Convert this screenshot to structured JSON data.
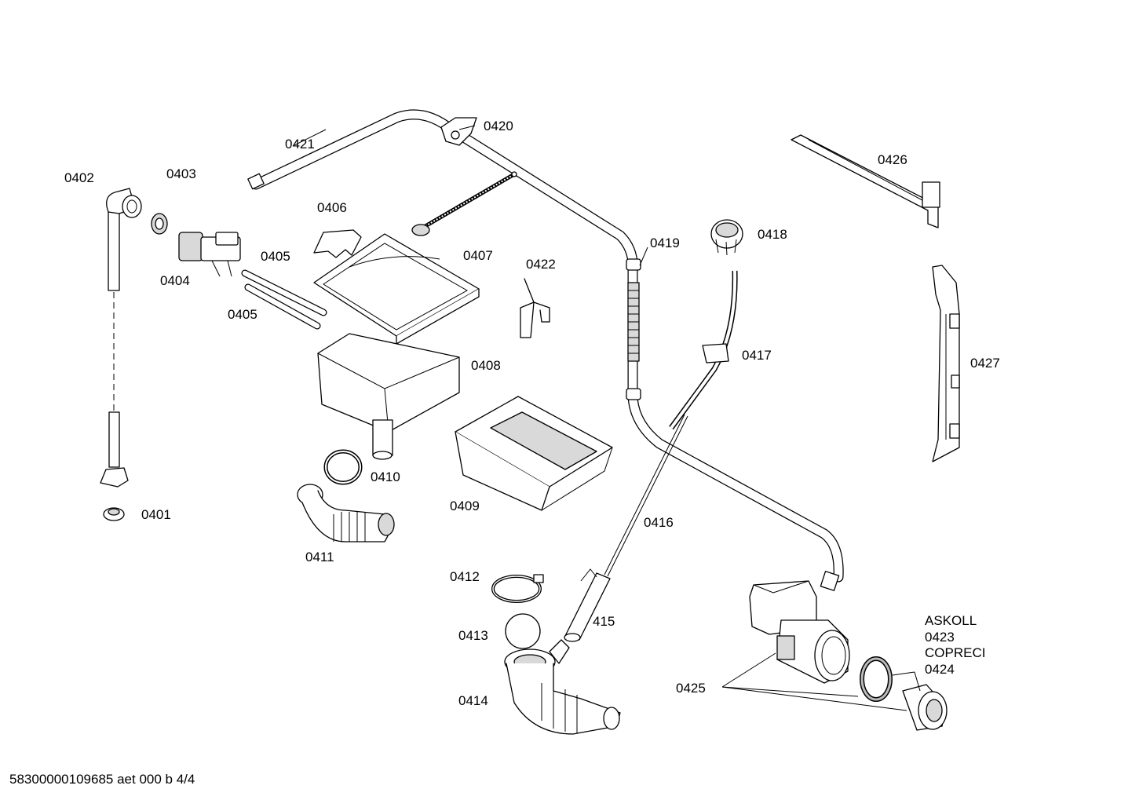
{
  "labels": {
    "p0401": "0401",
    "p0402": "0402",
    "p0403": "0403",
    "p0404": "0404",
    "p0405a": "0405",
    "p0405b": "0405",
    "p0406": "0406",
    "p0407": "0407",
    "p0408": "0408",
    "p0409": "0409",
    "p0410": "0410",
    "p0411": "0411",
    "p0412": "0412",
    "p0413": "0413",
    "p0414": "0414",
    "p415": "415",
    "p0416": "0416",
    "p0417": "0417",
    "p0418": "0418",
    "p0419": "0419",
    "p0420": "0420",
    "p0421": "0421",
    "p0422": "0422",
    "p0425": "0425",
    "p0426": "0426",
    "p0427": "0427",
    "askoll": "ASKOLL",
    "p0423": "0423",
    "copreci": "COPRECI",
    "p0424": "0424"
  },
  "footer": "58300000109685 aet 000 b 4/4"
}
